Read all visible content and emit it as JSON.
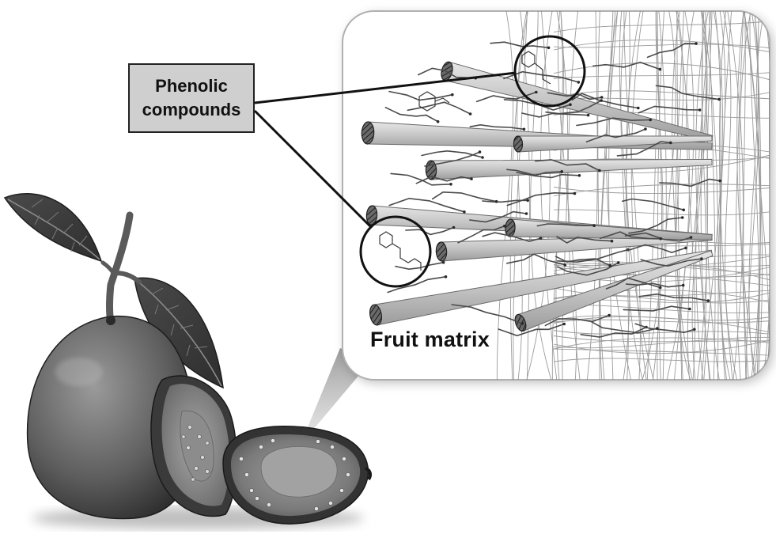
{
  "callout": {
    "line1": "Phenolic",
    "line2": "compounds"
  },
  "matrix": {
    "label": "Fruit matrix"
  },
  "icons": [
    "guava-whole",
    "guava-leaf",
    "guava-half",
    "magnifier-callout",
    "fiber-network",
    "phenolic-molecule"
  ],
  "colors": {
    "background": "#ffffff",
    "label_box": "#cfcfcf",
    "outline": "#222222"
  }
}
